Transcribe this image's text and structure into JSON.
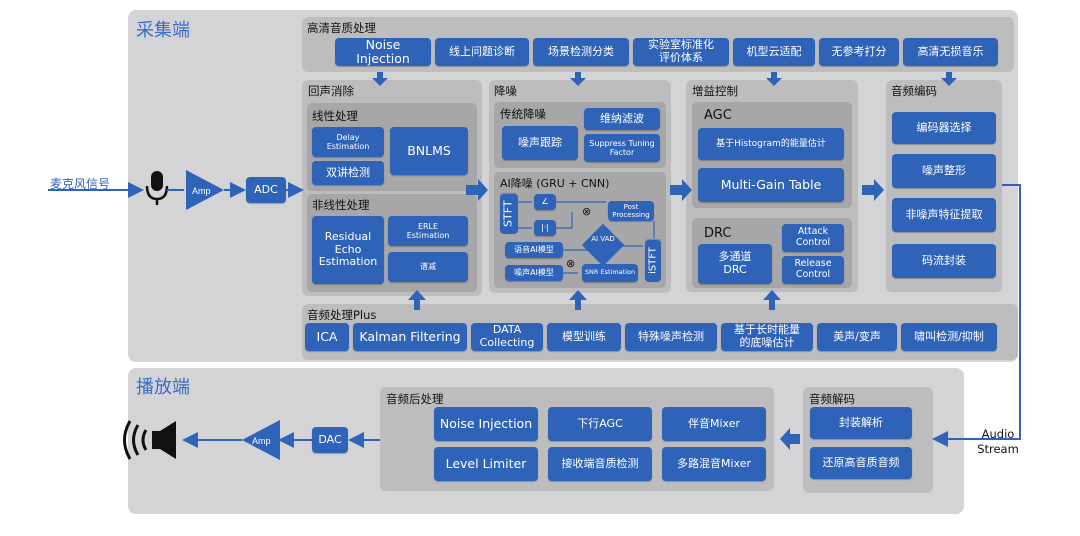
{
  "capture": {
    "title": "采集端",
    "mic_signal_label": "麦克风信号",
    "amp": "Amp",
    "adc": "ADC",
    "hq_processing": {
      "title": "高清音质处理",
      "items": [
        "Noise Injection",
        "线上问题诊断",
        "场景检测分类",
        "实验室标准化评价体系",
        "机型云适配",
        "无参考打分",
        "高清无损音乐"
      ]
    },
    "echo_cancel": {
      "title": "回声消除",
      "linear": {
        "title": "线性处理",
        "delay": "Delay Estimation",
        "bnlms": "BNLMS",
        "double_talk": "双讲检测"
      },
      "nonlinear": {
        "title": "非线性处理",
        "residual": "Residual Echo Estimation",
        "erle": "ERLE Estimation",
        "attenuation": "谱减"
      }
    },
    "noise_reduction": {
      "title": "降噪",
      "traditional": {
        "title": "传统降噪",
        "wiener": "维纳滤波",
        "noise_tracking": "噪声跟踪",
        "suppress": "Suppress Tuning Factor"
      },
      "ai": {
        "title": "AI降噪 (GRU + CNN)",
        "stft": "STFT",
        "istft": "iSTFT",
        "angle": "∠",
        "abs": "|·|",
        "post": "Post Processing",
        "speech_model": "语音AI模型",
        "noise_model": "噪声AI模型",
        "vad": "AI VAD",
        "snr": "SNR Estimation",
        "mult": "⊗"
      }
    },
    "gain_control": {
      "title": "增益控制",
      "agc": {
        "title": "AGC",
        "histogram": "基于Histogram的能量估计",
        "multigain": "Multi-Gain Table"
      },
      "drc": {
        "title": "DRC",
        "multichannel": "多通道 DRC",
        "attack": "Attack Control",
        "release": "Release Control"
      }
    },
    "audio_encoding": {
      "title": "音频编码",
      "items": [
        "编码器选择",
        "噪声整形",
        "非噪声特征提取",
        "码流封装"
      ]
    },
    "plus": {
      "title": "音频处理Plus",
      "items": [
        "ICA",
        "Kalman Filtering",
        "DATA Collecting",
        "模型训练",
        "特殊噪声检测",
        "基于长时能量的底噪估计",
        "美声/变声",
        "啸叫检测/抑制"
      ]
    }
  },
  "playback": {
    "title": "播放端",
    "audio_stream": "Audio Stream",
    "amp": "Amp",
    "dac": "DAC",
    "post": {
      "title": "音频后处理",
      "items": [
        "Noise Injection",
        "下行AGC",
        "伴音Mixer",
        "Level Limiter",
        "接收端音质检测",
        "多路混音Mixer"
      ]
    },
    "decode": {
      "title": "音频解码",
      "items": [
        "封装解析",
        "还原高音质音频"
      ]
    }
  },
  "colors": {
    "accent": "#2f63b8",
    "title": "#3b6cc7",
    "panel": "#d4d4d6"
  }
}
